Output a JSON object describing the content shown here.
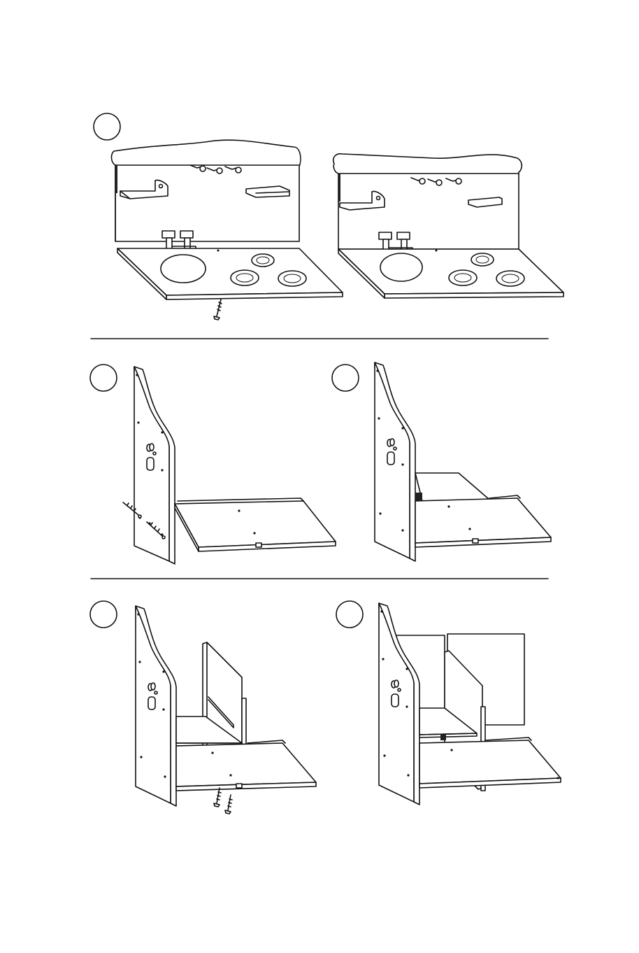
{
  "colors": {
    "ink": "#111111",
    "paper": "#ffffff"
  },
  "steps": [
    {
      "id": "step-1a",
      "kind": "backboard-with-counter"
    },
    {
      "id": "step-1b",
      "kind": "backboard-attached"
    },
    {
      "id": "step-2a",
      "kind": "side-panel-with-base"
    },
    {
      "id": "step-2b",
      "kind": "side-panel-base-shelf"
    },
    {
      "id": "step-3a",
      "kind": "divider-and-shelf"
    },
    {
      "id": "step-3b",
      "kind": "back-panels-added"
    }
  ]
}
